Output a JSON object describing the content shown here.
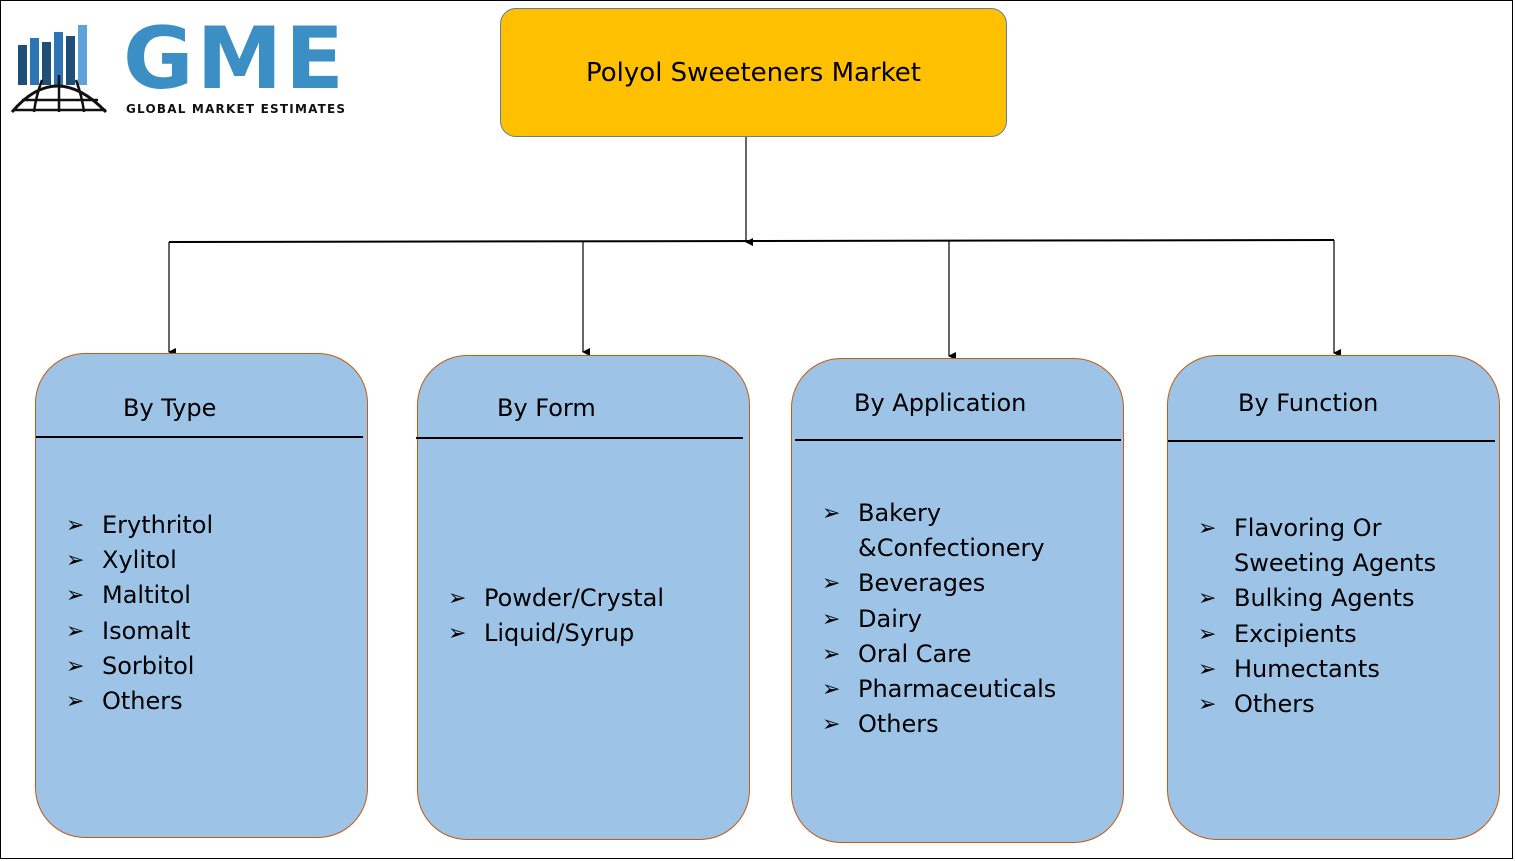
{
  "logo": {
    "brand": "GME",
    "tagline": "GLOBAL MARKET ESTIMATES",
    "colors": {
      "brand_blue": "#3c8fc5",
      "dark_blue": "#1f4e79"
    }
  },
  "root": {
    "label": "Polyol Sweeteners Market",
    "color": "#ffc000"
  },
  "bullet_glyph": "➢",
  "segments": [
    {
      "title": "By Type",
      "items": [
        {
          "text": "Erythritol"
        },
        {
          "text": "Xylitol"
        },
        {
          "text": "Maltitol"
        },
        {
          "text": "Isomalt"
        },
        {
          "text": "Sorbitol"
        },
        {
          "text": "Others"
        }
      ]
    },
    {
      "title": "By Form",
      "items": [
        {
          "text": "Powder/Crystal"
        },
        {
          "text": "Liquid/Syrup"
        }
      ]
    },
    {
      "title": "By Application",
      "items": [
        {
          "text": "Bakery"
        },
        {
          "text": "&Confectionery",
          "continuation": true
        },
        {
          "text": "Beverages"
        },
        {
          "text": "Dairy"
        },
        {
          "text": "Oral Care"
        },
        {
          "text": "Pharmaceuticals"
        },
        {
          "text": "Others"
        }
      ]
    },
    {
      "title": "By Function",
      "items": [
        {
          "text": "Flavoring Or"
        },
        {
          "text": "Sweeting Agents",
          "continuation": true
        },
        {
          "text": "Bulking Agents"
        },
        {
          "text": "Excipients"
        },
        {
          "text": "Humectants"
        },
        {
          "text": "Others"
        }
      ]
    }
  ],
  "colors": {
    "card_fill": "#9dc3e6",
    "card_border": "#c55a11"
  }
}
